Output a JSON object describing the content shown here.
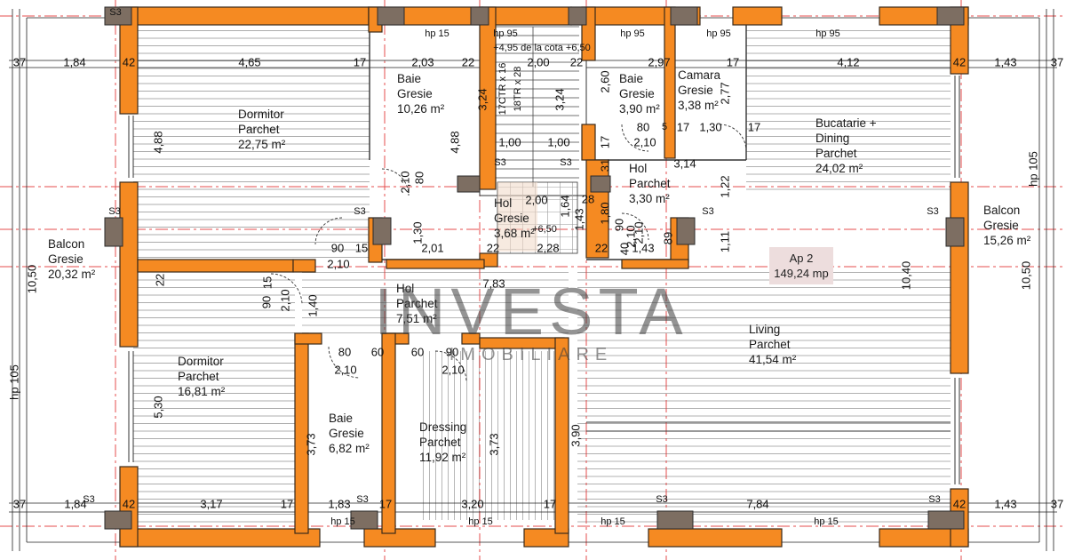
{
  "plan": {
    "apartment": {
      "name": "Ap 2",
      "area": "149,24 mp"
    },
    "rooms": [
      {
        "id": "dormitor-1",
        "name": "Dormitor",
        "floor": "Parchet",
        "area": "22,75 m²"
      },
      {
        "id": "baie-1",
        "name": "Baie",
        "floor": "Gresie",
        "area": "10,26 m²"
      },
      {
        "id": "baie-2",
        "name": "Baie",
        "floor": "Gresie",
        "area": "3,90 m²"
      },
      {
        "id": "camara",
        "name": "Camara",
        "floor": "Gresie",
        "area": "3,38 m²"
      },
      {
        "id": "bucatarie",
        "name": "Bucatarie +",
        "floor2": "Dining",
        "floor": "Parchet",
        "area": "24,02 m²"
      },
      {
        "id": "hol-1",
        "name": "Hol",
        "floor": "Parchet",
        "area": "3,30 m²"
      },
      {
        "id": "hol-2",
        "name": "Hol",
        "floor": "Gresie",
        "area": "3,68 m²"
      },
      {
        "id": "balcon-1",
        "name": "Balcon",
        "floor": "Gresie",
        "area": "20,32 m²"
      },
      {
        "id": "balcon-2",
        "name": "Balcon",
        "floor": "Gresie",
        "area": "15,26 m²"
      },
      {
        "id": "hol-3",
        "name": "Hol",
        "floor": "Parchet",
        "area": "7,51 m²"
      },
      {
        "id": "dormitor-2",
        "name": "Dormitor",
        "floor": "Parchet",
        "area": "16,81 m²"
      },
      {
        "id": "baie-3",
        "name": "Baie",
        "floor": "Gresie",
        "area": "6,82 m²"
      },
      {
        "id": "dressing",
        "name": "Dressing",
        "floor": "Parchet",
        "area": "11,92 m²"
      },
      {
        "id": "living",
        "name": "Living",
        "floor": "Parchet",
        "area": "41,54 m²"
      }
    ],
    "dims_top": [
      "37",
      "1,84",
      "42",
      "4,65",
      "17",
      "2,03",
      "22",
      "2,00",
      "22",
      "2,97",
      "17",
      "4,12",
      "42",
      "1,43",
      "37"
    ],
    "dims_bottom": [
      "37",
      "1,84",
      "42",
      "3,17",
      "17",
      "1,83",
      "17",
      "3,20",
      "17",
      "7,84",
      "42",
      "1,43",
      "37"
    ],
    "dims_vertical": [
      "10,50",
      "hp 105",
      "10,50",
      "hp 105",
      "4,88",
      "4,88",
      "5,30",
      "3,73",
      "3,73",
      "3,90",
      "10,40",
      "3,24",
      "3,24",
      "2,60",
      "2,77",
      "1,22",
      "1,11",
      "1,64",
      "1,43",
      "1,80",
      "1,40",
      "2,10",
      "2,10",
      "1,30",
      "2,10",
      "80"
    ],
    "dims_misc": [
      "hp 15",
      "hp 95",
      "hp 95",
      "hp 95",
      "hp 95",
      "+4,95 de la cota +6,50",
      "17CTR x 16",
      "18TR x 28",
      "1,00",
      "1,00",
      "80",
      "2,10",
      "5",
      "17",
      "1,30",
      "3,14",
      "2,00",
      "+6,50",
      "2,28",
      "28",
      "90",
      "2,10",
      "1,43",
      "89",
      "40",
      "22",
      "90",
      "15",
      "2,10",
      "2,01",
      "7,83",
      "90",
      "15",
      "80",
      "60",
      "60",
      "90",
      "2,10",
      "2,10",
      "hp 15",
      "hp 15",
      "hp 15",
      "hp 15",
      "22",
      "22",
      "S3",
      "S3",
      "S3",
      "S3",
      "S3",
      "S3",
      "S3",
      "S3",
      "S3",
      "S3",
      "S3",
      "31",
      "17",
      "17"
    ],
    "watermark": {
      "brand": "INVESTA",
      "sub": "IMOBILIARE"
    },
    "colors": {
      "wall": "#f58a22",
      "wall_stroke": "#3a2a1a",
      "pillar": "#7a6a5a",
      "grid_red": "#e03030",
      "hatch": "#555555",
      "badge": "#eddddd"
    }
  }
}
